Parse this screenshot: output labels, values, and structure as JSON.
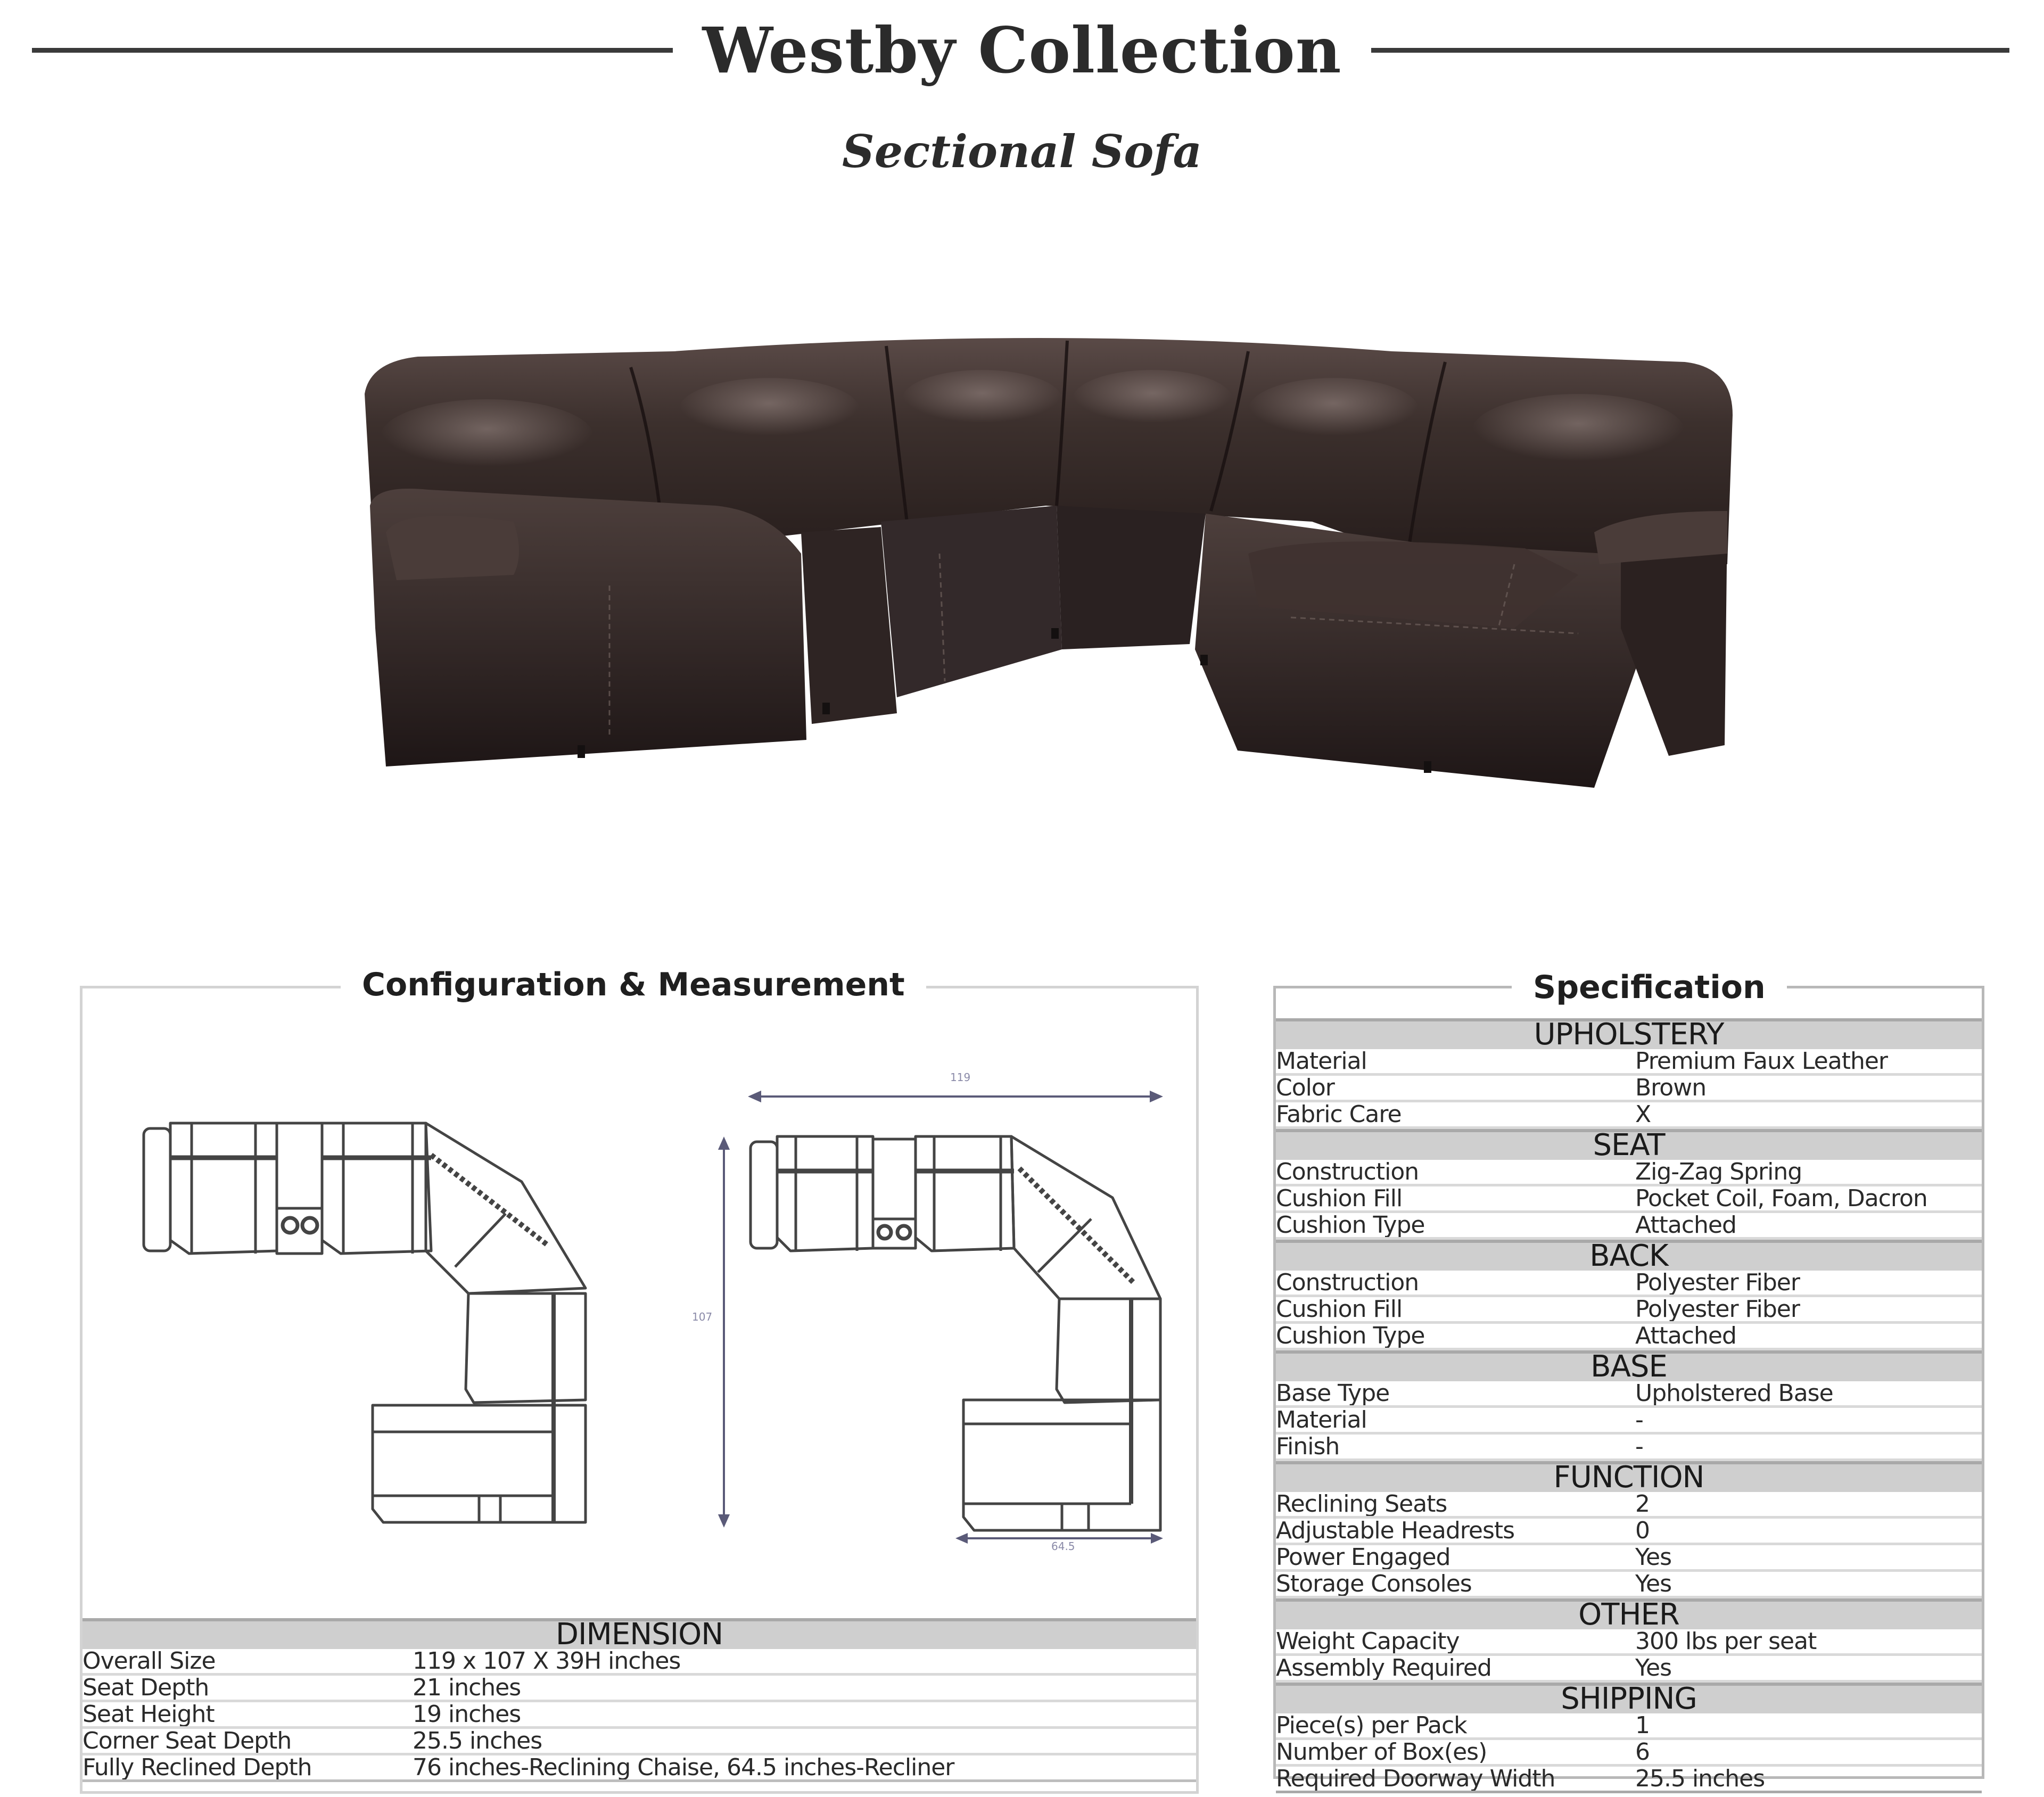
{
  "header": {
    "title": "Westby Collection",
    "subtitle": "Sectional Sofa"
  },
  "photo": {
    "alt": "Brown faux leather reclining sectional sofa with console and chaise",
    "upholstery_color": "#3a2e2c"
  },
  "configuration": {
    "heading": "Configuration & Measurement",
    "diagram_labels": {
      "width": "119",
      "depth": "107",
      "chaise_width": "64.5"
    },
    "dimension": {
      "heading": "DIMENSION",
      "rows": [
        {
          "label": "Overall Size",
          "value": "119 x 107 X 39H inches"
        },
        {
          "label": "Seat Depth",
          "value": "21 inches"
        },
        {
          "label": "Seat Height",
          "value": "19 inches"
        },
        {
          "label": "Corner Seat Depth",
          "value": "25.5 inches"
        },
        {
          "label": "Fully Reclined Depth",
          "value": "76 inches-Reclining Chaise, 64.5 inches-Recliner"
        }
      ]
    }
  },
  "specification": {
    "heading": "Specification",
    "sections": [
      {
        "title": "UPHOLSTERY",
        "rows": [
          {
            "label": "Material",
            "value": "Premium Faux Leather"
          },
          {
            "label": "Color",
            "value": "Brown"
          },
          {
            "label": "Fabric Care",
            "value": "X"
          }
        ]
      },
      {
        "title": "SEAT",
        "rows": [
          {
            "label": "Construction",
            "value": "Zig-Zag Spring"
          },
          {
            "label": "Cushion Fill",
            "value": "Pocket Coil, Foam, Dacron"
          },
          {
            "label": "Cushion Type",
            "value": "Attached"
          }
        ]
      },
      {
        "title": "BACK",
        "rows": [
          {
            "label": "Construction",
            "value": "Polyester Fiber"
          },
          {
            "label": "Cushion Fill",
            "value": "Polyester Fiber"
          },
          {
            "label": "Cushion Type",
            "value": "Attached"
          }
        ]
      },
      {
        "title": "BASE",
        "rows": [
          {
            "label": "Base Type",
            "value": "Upholstered Base"
          },
          {
            "label": "Material",
            "value": "-"
          },
          {
            "label": "Finish",
            "value": "-"
          }
        ]
      },
      {
        "title": "FUNCTION",
        "rows": [
          {
            "label": "Reclining Seats",
            "value": "2"
          },
          {
            "label": "Adjustable Headrests",
            "value": "0"
          },
          {
            "label": "Power Engaged",
            "value": "Yes"
          },
          {
            "label": "Storage Consoles",
            "value": "Yes"
          }
        ]
      },
      {
        "title": "OTHER",
        "rows": [
          {
            "label": "Weight Capacity",
            "value": "300 lbs per seat"
          },
          {
            "label": "Assembly Required",
            "value": "Yes"
          }
        ]
      },
      {
        "title": "SHIPPING",
        "rows": [
          {
            "label": "Piece(s) per Pack",
            "value": "1"
          },
          {
            "label": "Number of Box(es)",
            "value": "6"
          },
          {
            "label": "Required Doorway Width",
            "value": "25.5 inches"
          }
        ]
      }
    ]
  },
  "colors": {
    "header_band": "#cfcfcf",
    "rule": "#3a3a3a",
    "panel_border": "#d3d3d3",
    "diagram_line": "#444444",
    "dimension_line": "#5a5a78"
  }
}
